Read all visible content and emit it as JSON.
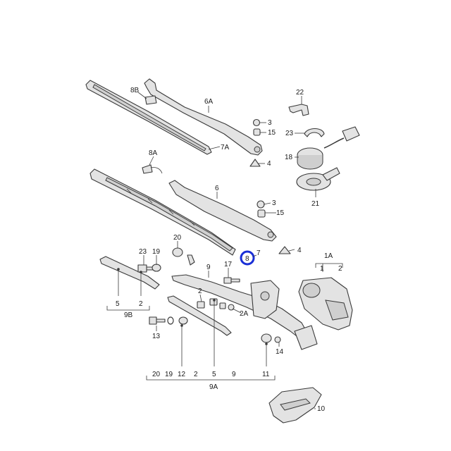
{
  "labels": [
    {
      "id": "l8b",
      "text": "8B"
    },
    {
      "id": "l6a",
      "text": "6A"
    },
    {
      "id": "l7a",
      "text": "7A"
    },
    {
      "id": "l3a",
      "text": "3"
    },
    {
      "id": "l15a",
      "text": "15"
    },
    {
      "id": "l4a",
      "text": "4"
    },
    {
      "id": "l22",
      "text": "22"
    },
    {
      "id": "l23a",
      "text": "23"
    },
    {
      "id": "l18",
      "text": "18"
    },
    {
      "id": "l21",
      "text": "21"
    },
    {
      "id": "l8a",
      "text": "8A"
    },
    {
      "id": "l6",
      "text": "6"
    },
    {
      "id": "l3b",
      "text": "3"
    },
    {
      "id": "l15b",
      "text": "15"
    },
    {
      "id": "l4b",
      "text": "4"
    },
    {
      "id": "l7",
      "text": "7"
    },
    {
      "id": "l8",
      "text": "8"
    },
    {
      "id": "l20a",
      "text": "20"
    },
    {
      "id": "l23b",
      "text": "23"
    },
    {
      "id": "l19a",
      "text": "19"
    },
    {
      "id": "l9a",
      "text": "9"
    },
    {
      "id": "l17",
      "text": "17"
    },
    {
      "id": "l1a",
      "text": "1A"
    },
    {
      "id": "l1",
      "text": "1"
    },
    {
      "id": "l2a",
      "text": "2"
    },
    {
      "id": "l2b",
      "text": "2"
    },
    {
      "id": "l2A",
      "text": "2A"
    },
    {
      "id": "l5a",
      "text": "5"
    },
    {
      "id": "l2c",
      "text": "2"
    },
    {
      "id": "l9b",
      "text": "9B"
    },
    {
      "id": "l13",
      "text": "13"
    },
    {
      "id": "l14",
      "text": "14"
    },
    {
      "id": "l20b",
      "text": "20"
    },
    {
      "id": "l19b",
      "text": "19"
    },
    {
      "id": "l12",
      "text": "12"
    },
    {
      "id": "l2d",
      "text": "2"
    },
    {
      "id": "l5b",
      "text": "5"
    },
    {
      "id": "l9c",
      "text": "9"
    },
    {
      "id": "l11",
      "text": "11"
    },
    {
      "id": "l9A",
      "text": "9A"
    },
    {
      "id": "l10",
      "text": "10"
    }
  ],
  "highlight_color": "#1a2fd6"
}
